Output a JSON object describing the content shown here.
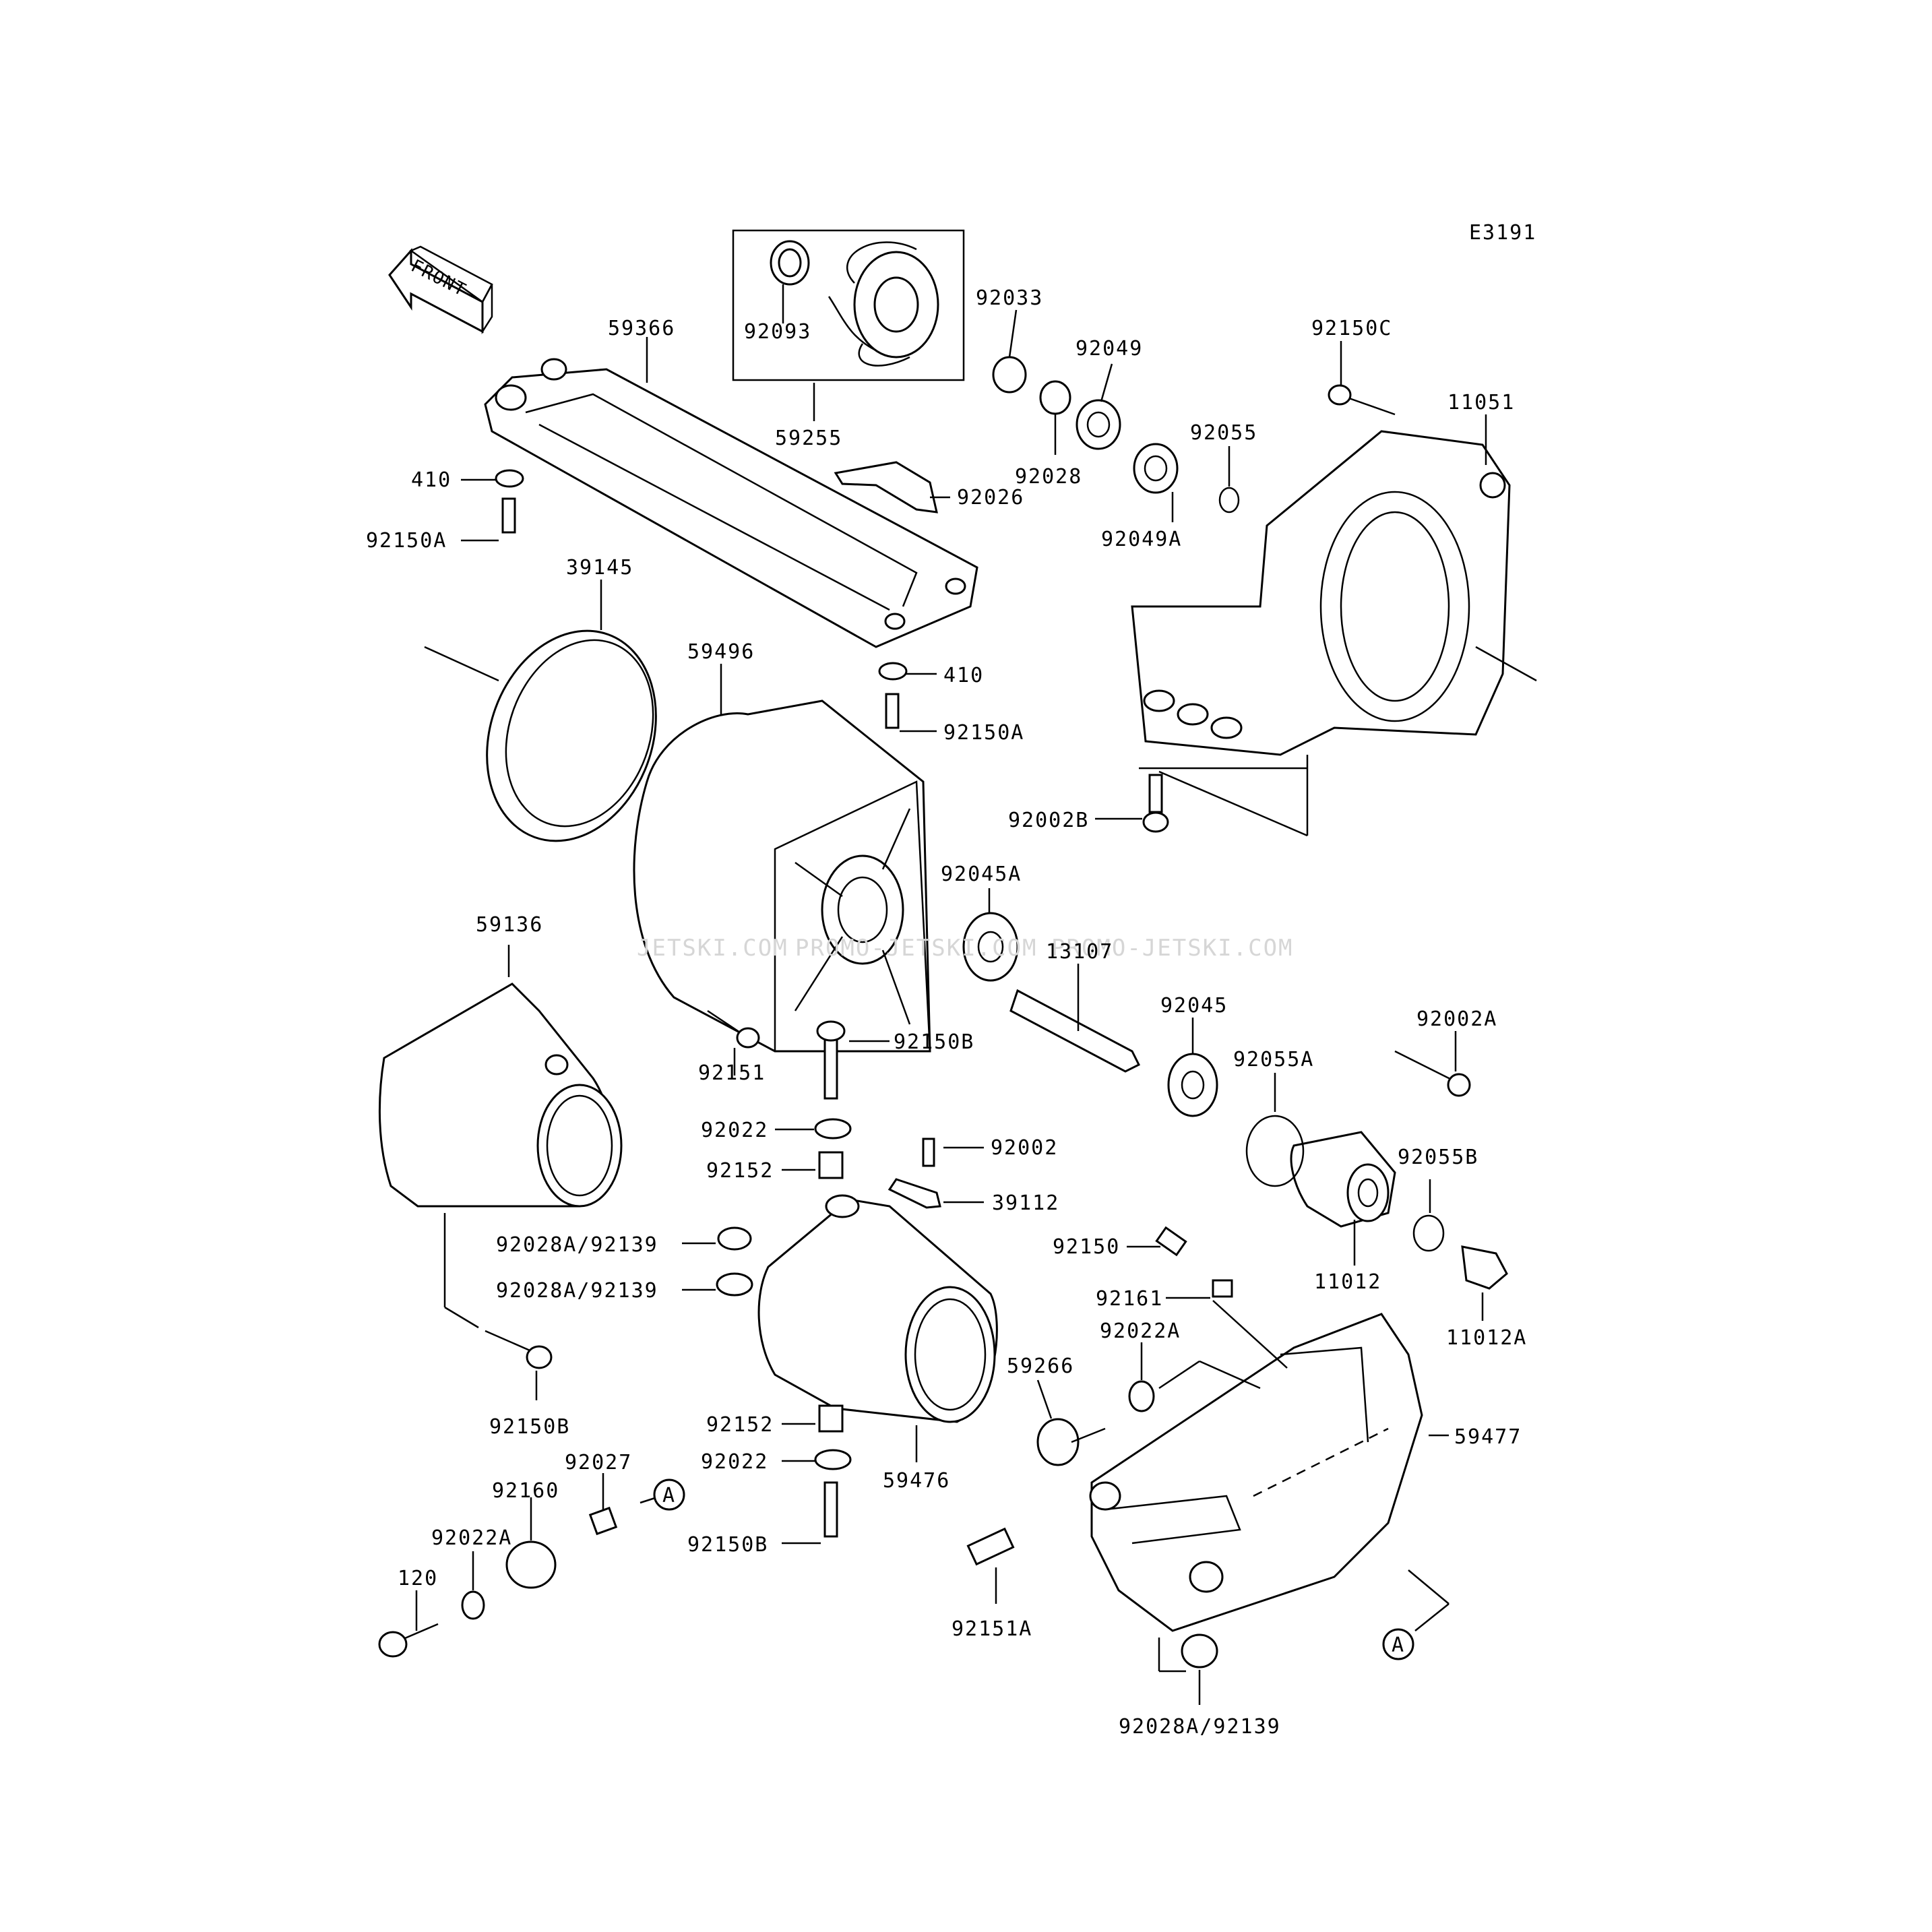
{
  "diagram": {
    "code": "E3191",
    "front_label": "FRONT",
    "watermarks": [
      "JETSKI.COM",
      "PROMO-JETSKI.COM",
      "PROMO-JETSKI.COM"
    ],
    "callout": "A",
    "parts": {
      "p59366": "59366",
      "p59255": "59255",
      "p92093": "92093",
      "p92033": "92033",
      "p92049": "92049",
      "p92028": "92028",
      "p92049A": "92049A",
      "p92055": "92055",
      "p92150C": "92150C",
      "p11051": "11051",
      "p92026": "92026",
      "p410a": "410",
      "p92150Aa": "92150A",
      "p39145": "39145",
      "p59496": "59496",
      "p410b": "410",
      "p92150Ab": "92150A",
      "p92002B": "92002B",
      "p92045A": "92045A",
      "p59136": "59136",
      "p13107": "13107",
      "p92045": "92045",
      "p92151": "92151",
      "p92150Ba": "92150B",
      "p92002A": "92002A",
      "p92055A": "92055A",
      "p92022a": "92022",
      "p92002": "92002",
      "p92152a": "92152",
      "p39112": "39112",
      "p92055B": "92055B",
      "p92028A_1": "92028A/92139",
      "p92150": "92150",
      "p11012": "11012",
      "p92028A_2": "92028A/92139",
      "p92161": "92161",
      "p11012A": "11012A",
      "p92022Aa": "92022A",
      "p59266": "59266",
      "p92150Bb": "92150B",
      "p59477": "59477",
      "p92152b": "92152",
      "p92022b": "92022",
      "p59476": "59476",
      "p92027": "92027",
      "p92160": "92160",
      "p92022Ab": "92022A",
      "p92150Bc": "92150B",
      "p120": "120",
      "p92151A": "92151A",
      "p92028A_3": "92028A/92139"
    }
  }
}
